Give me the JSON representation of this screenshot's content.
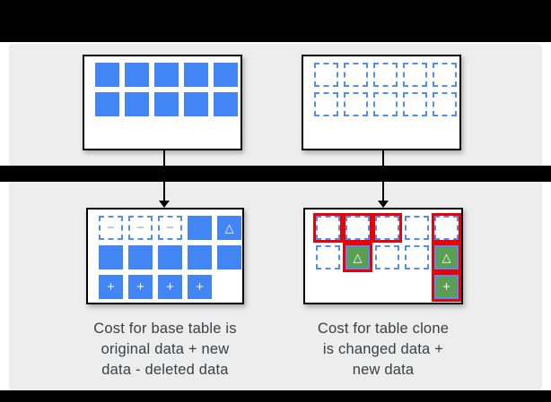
{
  "colors": {
    "bar": "#000000",
    "bg": "#ededed",
    "blue": "#4285f4",
    "dash": "#4f8ef5",
    "minus": "#7f9fd6",
    "green": "#5b9e53",
    "red": "#ee0000",
    "box-border": "#000000",
    "text": "#3c4043"
  },
  "glyphs": {
    "minus": "−",
    "plus": "+",
    "triangle": "△"
  },
  "base_table": {
    "before_grid": [
      [
        "S",
        "S",
        "S",
        "S",
        "S"
      ],
      [
        "S",
        "S",
        "S",
        "S",
        "S"
      ]
    ],
    "after_grid": [
      [
        "D-",
        "D-",
        "D-",
        "S",
        "ST"
      ],
      [
        "S",
        "S",
        "S",
        "S",
        "S"
      ],
      [
        "S+",
        "S+",
        "S+",
        "S+",
        "E"
      ]
    ],
    "caption": "Cost for base table is\noriginal data + new\ndata - deleted data"
  },
  "table_clone": {
    "before_grid": [
      [
        "D",
        "D",
        "D",
        "D",
        "D"
      ],
      [
        "D",
        "D",
        "D",
        "D",
        "D"
      ]
    ],
    "after_grid": [
      [
        "DR",
        "DR",
        "DR",
        "D",
        "DR"
      ],
      [
        "D",
        "GT",
        "D",
        "D",
        "GT"
      ],
      [
        "E",
        "E",
        "E",
        "E",
        "G+"
      ]
    ],
    "caption": "Cost for table clone\nis changed data +\nnew data"
  }
}
